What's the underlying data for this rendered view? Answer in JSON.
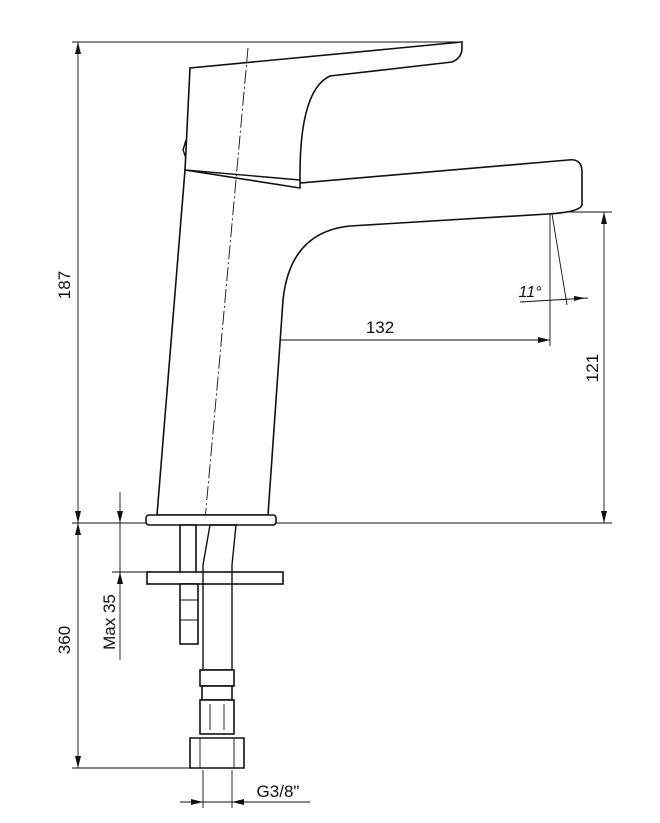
{
  "dimensions": {
    "total_height": "187",
    "spout_reach": "132",
    "spout_height": "121",
    "spout_angle": "11°",
    "below_deck_length": "360",
    "max_deck_thickness": "Max 35",
    "thread_size": "G3/8\""
  }
}
